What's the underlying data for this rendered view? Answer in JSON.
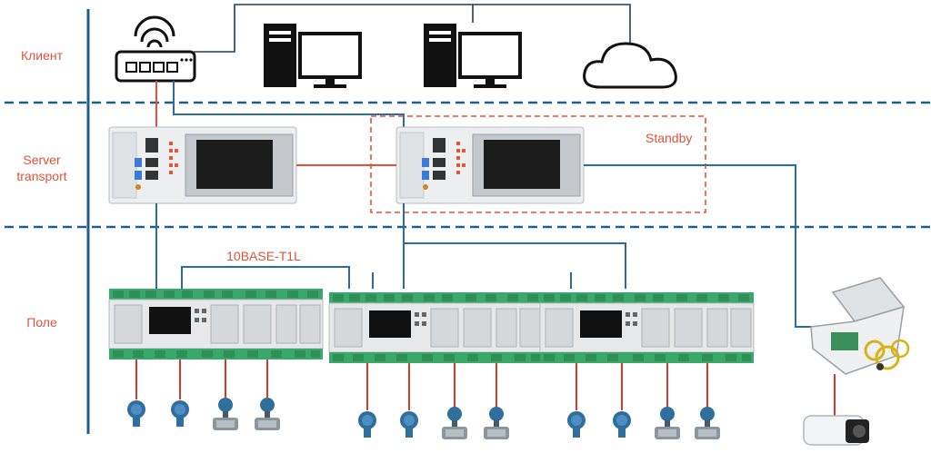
{
  "zones": {
    "client": "Клиент",
    "server_line1": "Server",
    "server_line2": "transport",
    "field": "Поле"
  },
  "annotations": {
    "standby": "Standby",
    "bus_label": "10BASE-T1L"
  },
  "colors": {
    "axis": "#1f5f8b",
    "divider": "#1f5f8b",
    "link_orange": "#e0533a",
    "link_blue": "#2b6e9e",
    "field_red": "#d63b2a",
    "label": "#e0533a",
    "terminal_green": "#3aa86a",
    "device_gray": "#e6e8ea"
  },
  "icons": {
    "router": "router-icon",
    "workstation": "workstation-icon",
    "cloud": "cloud-icon",
    "controller": "controller-icon",
    "io_module": "io-module-icon",
    "sensor": "sensor-icon",
    "junction_box": "junction-box-icon",
    "camera": "camera-icon"
  }
}
